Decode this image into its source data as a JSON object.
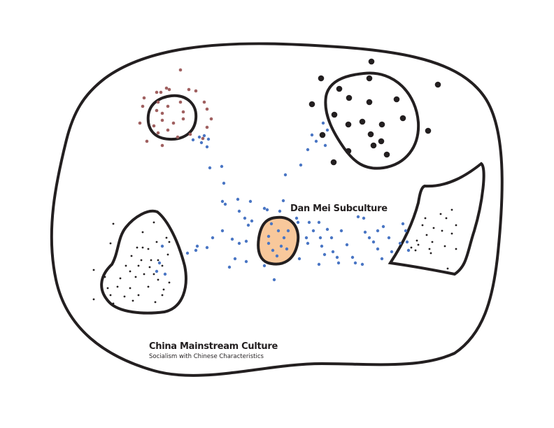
{
  "labels": {
    "subculture": "Dan Mei Subculture",
    "mainstream": "China Mainstream Culture",
    "mainstream_sub": "Socialism with Chinese Characteristics"
  },
  "colors": {
    "outline": "#231f20",
    "highlight_fill": "#f8c89b",
    "blue_dots": "#4a76c4",
    "brown_dots": "#a06060",
    "black_dots": "#231f20"
  }
}
